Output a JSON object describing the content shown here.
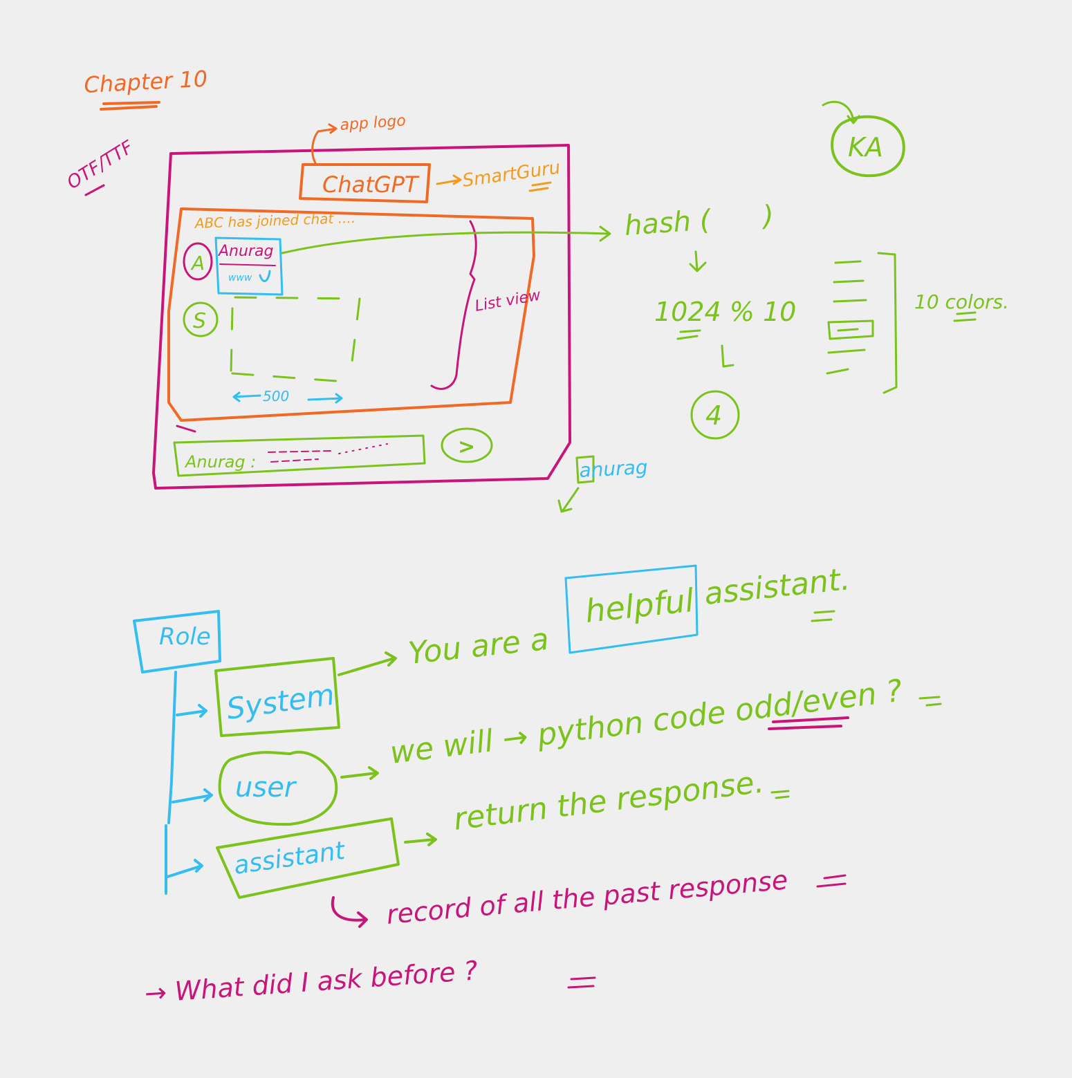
{
  "colors": {
    "background": "#efefef",
    "magenta": "#c8157a",
    "orange": "#f06a26",
    "amber": "#f39b1c",
    "green": "#7cc21d",
    "cyan": "#33bdf0"
  },
  "top": {
    "chapter_title": "Chapter 10",
    "font_note": "OTF/TTF",
    "app_logo_note": "app logo",
    "logo_label": "ChatGPT",
    "rename_note": "SmartGuru",
    "join_message": "ABC has joined chat ....",
    "avatar_a": "A",
    "avatar_s": "S",
    "bubble_name": "Anurag",
    "bubble_text": "www",
    "list_view_note": "List view",
    "width_note": "500",
    "input_value": "Anurag :",
    "send_icon_label": ">",
    "username_note": "anurag",
    "avatar_ka": "KA",
    "hash_label": "hash (      )",
    "modulo_label": "1024 % 10",
    "result_label": "4",
    "colors_note": "10 colors."
  },
  "bottom": {
    "role_label": "Role",
    "system_label": "System",
    "user_label": "user",
    "assistant_label": "assistant",
    "system_sentence_start": "You are a",
    "system_sentence_highlight": "helpful",
    "system_sentence_end": "assistant.",
    "user_sentence": "we will → python code odd/even ?",
    "assistant_sentence": "return the response.",
    "record_note": "record of all the past response",
    "question_note": "→ What did I ask before ?"
  }
}
